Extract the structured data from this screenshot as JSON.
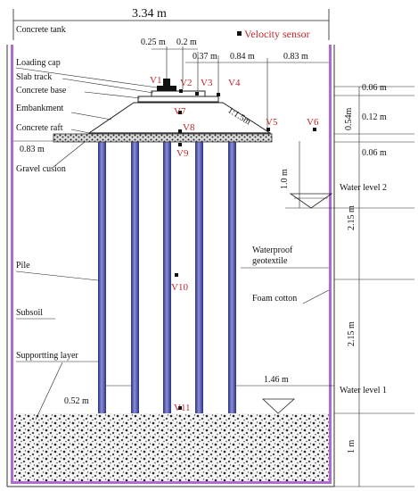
{
  "labels": {
    "tank_width": "3.34 m",
    "concrete_tank": "Concrete tank",
    "velocity_sensor": "Velocity sensor",
    "loading_cap": "Loading  cap",
    "slab_track": "Slab track",
    "concrete_base": "Concrete base",
    "embankment": "Embankment",
    "concrete_raft": "Concrete raft",
    "gravel_cushion": "Gravel cusion",
    "pile": "Pile",
    "subsoil": "Subsoil",
    "supporting_layer": "Supportting layer",
    "waterproof_1": "Waterproof",
    "waterproof_2": "geotextile",
    "foam_cotton": "Foam cotton",
    "water_level_1": "Water level 1",
    "water_level_2": "Water level 2",
    "slope": "1:1.5m"
  },
  "dimensions": {
    "d_025": "0.25 m",
    "d_02": "0.2 m",
    "d_037": "0.37 m",
    "d_084": "0.84 m",
    "d_083_top": "0.83 m",
    "d_083_left": "0.83 m",
    "d_006_top": "0.06 m",
    "d_054": "0.54m",
    "d_012": "0.12 m",
    "d_006_bot": "0.06 m",
    "d_10": "1.0 m",
    "d_215_a": "2.15 m",
    "d_215_b": "2.15 m",
    "d_1": "1 m",
    "d_146": "1.46 m",
    "d_052": "0.52 m"
  },
  "sensors": [
    "V1",
    "V2",
    "V3",
    "V4",
    "V5",
    "V6",
    "V7",
    "V8",
    "V9",
    "V10",
    "V11"
  ],
  "colors": {
    "sensor_label": "#c0282e",
    "pile": "#3a3f9e",
    "tank_wall": "#b06ad0"
  }
}
